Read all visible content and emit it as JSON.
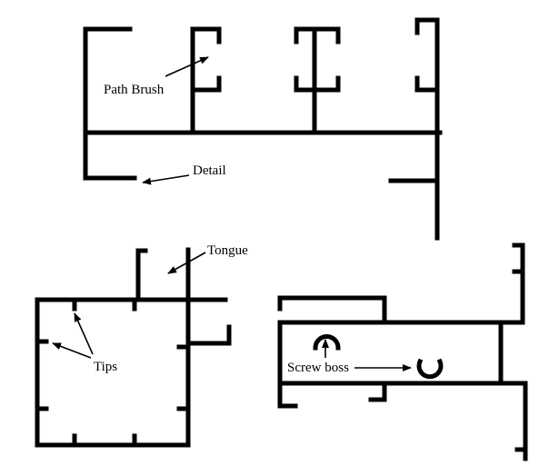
{
  "labels": {
    "path_brush": "Path Brush",
    "detail": "Detail",
    "tongue": "Tongue",
    "tips": "Tips",
    "screw_boss": "Screw boss"
  },
  "colors": {
    "stroke": "#000000",
    "background": "#ffffff"
  }
}
